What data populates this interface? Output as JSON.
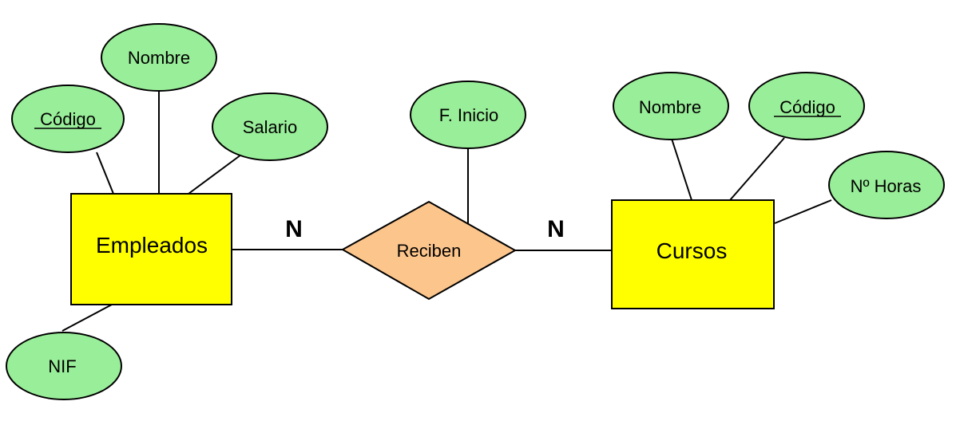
{
  "colors": {
    "attribute_fill": "#99ee99",
    "entity_fill": "#ffff00",
    "relationship_fill": "#fcc58c",
    "line": "#000000"
  },
  "entities": {
    "empleados": "Empleados",
    "cursos": "Cursos"
  },
  "relationship": {
    "label": "Reciben",
    "cardinality_left": "N",
    "cardinality_right": "N"
  },
  "attributes": {
    "emp_nombre": "Nombre",
    "emp_codigo": "Código",
    "emp_salario": "Salario",
    "emp_nif": "NIF",
    "rel_finicio": "F. Inicio",
    "cur_nombre": "Nombre",
    "cur_codigo": "Código",
    "cur_horas": "Nº Horas"
  },
  "primary_keys": [
    "emp_codigo",
    "cur_codigo"
  ]
}
